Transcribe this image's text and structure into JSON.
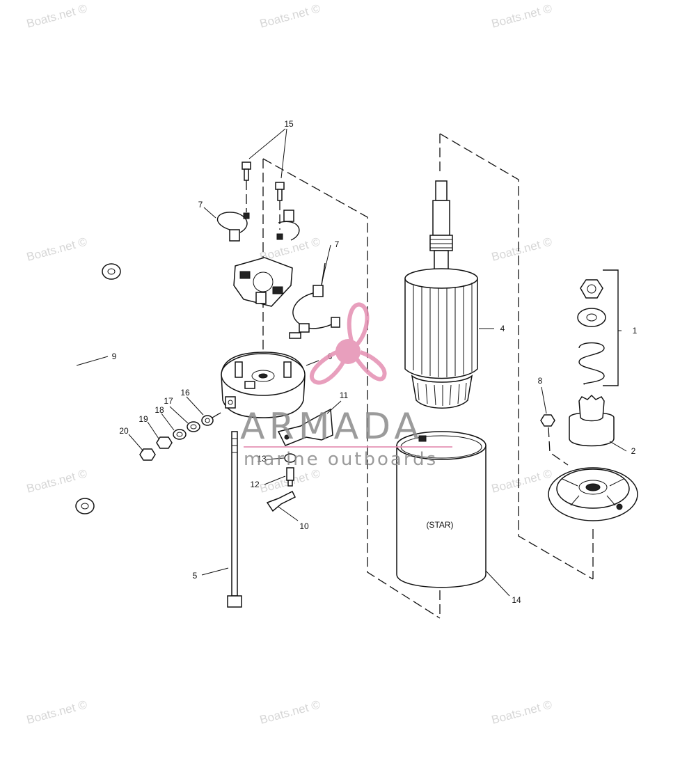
{
  "watermark": "Boats.net ©",
  "logo": {
    "name": "ARMADA",
    "tagline": "marine outboards"
  },
  "housing_label": "(STAR)",
  "callouts": {
    "c1": "1",
    "c2": "2",
    "c4": "4",
    "c5": "5",
    "c6": "6",
    "c7a": "7",
    "c7b": "7",
    "c8": "8",
    "c9": "9",
    "c10": "10",
    "c11": "11",
    "c12": "12",
    "c13": "13",
    "c14": "14",
    "c15": "15",
    "c16": "16",
    "c17": "17",
    "c18": "18",
    "c19": "19",
    "c20": "20"
  },
  "colors": {
    "line": "#111111",
    "watermark": "#d6d6d6",
    "logo_pink": "#e58fb2",
    "logo_gray": "#8a8a8a"
  }
}
